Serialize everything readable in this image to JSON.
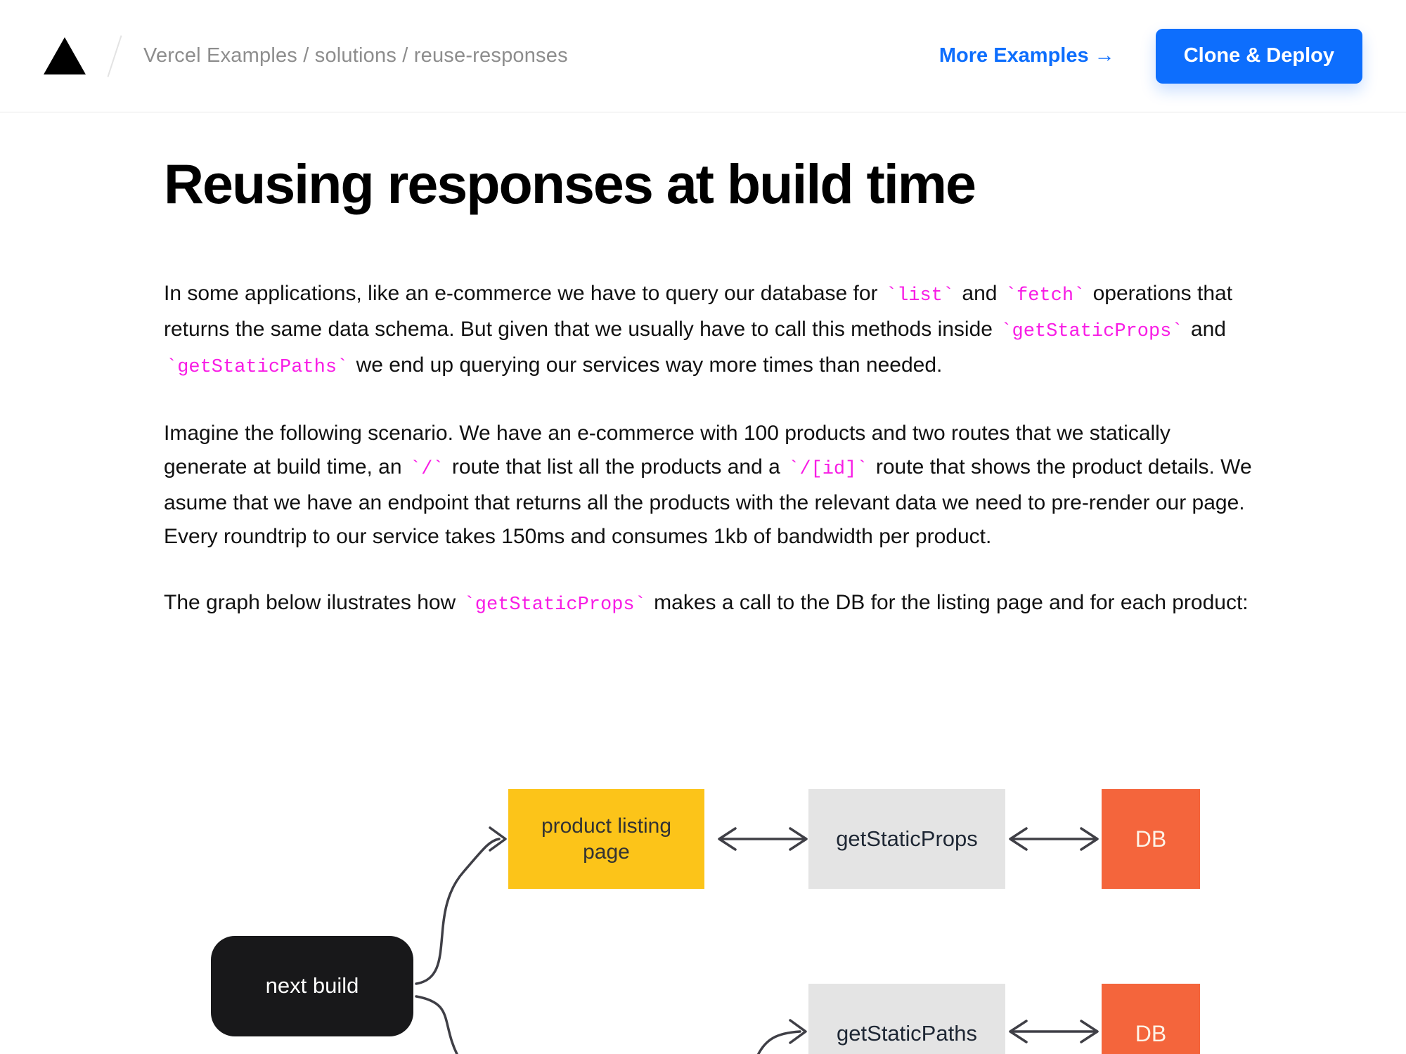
{
  "header": {
    "breadcrumb": "Vercel Examples / solutions / reuse-responses",
    "more_examples_label": "More Examples →",
    "clone_deploy_label": "Clone & Deploy"
  },
  "article": {
    "title": "Reusing responses at build time",
    "paragraphs": [
      {
        "segments": [
          {
            "type": "text",
            "v": "In some applications, like an e-commerce we have to query our database for "
          },
          {
            "type": "code",
            "v": "`list`"
          },
          {
            "type": "text",
            "v": " and "
          },
          {
            "type": "code",
            "v": "`fetch`"
          },
          {
            "type": "text",
            "v": " operations that returns the same data schema. But given that we usually have to call this methods inside "
          },
          {
            "type": "code",
            "v": "`getStaticProps`"
          },
          {
            "type": "text",
            "v": " and "
          },
          {
            "type": "code",
            "v": "`getStaticPaths`"
          },
          {
            "type": "text",
            "v": " we end up querying our services way more times than needed."
          }
        ]
      },
      {
        "segments": [
          {
            "type": "text",
            "v": "Imagine the following scenario. We have an e-commerce with 100 products and two routes that we statically generate at build time, an "
          },
          {
            "type": "code",
            "v": "`/`"
          },
          {
            "type": "text",
            "v": " route that list all the products and a "
          },
          {
            "type": "code",
            "v": "`/[id]`"
          },
          {
            "type": "text",
            "v": " route that shows the product details. We asume that we have an endpoint that returns all the products with the relevant data we need to pre-render our page. Every roundtrip to our service takes 150ms and consumes 1kb of bandwidth per product."
          }
        ]
      },
      {
        "segments": [
          {
            "type": "text",
            "v": "The graph below ilustrates how "
          },
          {
            "type": "code",
            "v": "`getStaticProps`"
          },
          {
            "type": "text",
            "v": " makes a call to the DB for the listing page and for each product:"
          }
        ]
      }
    ]
  },
  "diagram": {
    "nodes": {
      "next_build": "next build",
      "product_listing_page": "product listing page",
      "get_static_props": "getStaticProps",
      "get_static_paths": "getStaticPaths",
      "db_top": "DB",
      "db_bottom": "DB"
    }
  },
  "colors": {
    "accent_blue": "#0d6efd",
    "code_pink": "#f81ce5",
    "breadcrumb_gray": "#8d8d8d",
    "node_yellow": "#fcc419",
    "node_gray": "#e4e4e4",
    "node_orange": "#f4653c",
    "node_black": "#18181a",
    "arrow_stroke": "#3f3f46"
  }
}
